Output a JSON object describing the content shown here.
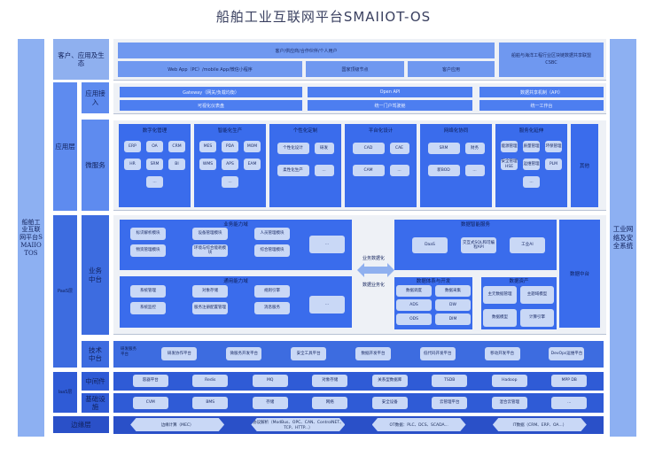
{
  "title": "船舶工业互联网平台SMAIIOT-OS",
  "left_column": "船舶工业互联网平台SMAIIOTOS",
  "right_column": "工业网络及安全系统",
  "layers": {
    "customer": "客户、应用及生态",
    "app": "应用层",
    "app_access": "应用接入",
    "microservice": "微服务",
    "paas": "PaaS层",
    "business_mid": "业务中台",
    "tech_mid": "技术中台",
    "iaas": "IaaS层",
    "middleware": "中间件",
    "infra": "基础设施",
    "edge": "边缘层"
  },
  "customer": {
    "users": "客户/供应商/合作伙伴/个人用户",
    "web_app": "Web App（PC）/mobile App/微信小程序",
    "national_node": "国家顶级节点",
    "customer_app": "客户应用",
    "alliance": "船舶与海洋工程行业区块链数据共享联盟CSBC"
  },
  "app_access": {
    "gateway": "Gateway（网关/负载均衡）",
    "dashboard": "可视化仪表盘",
    "open_api": "Open API",
    "portal": "统一门户驾驶舱",
    "data_share": "数据共享机制（API）",
    "workbench": "统一工作台"
  },
  "microservices": {
    "groups": [
      {
        "title": "数字化管理",
        "items": [
          "ERP",
          "OA",
          "CRM",
          "HR",
          "SRM",
          "BI",
          "..."
        ]
      },
      {
        "title": "智能化生产",
        "items": [
          "MES",
          "PDA",
          "MOM",
          "WMS",
          "APS",
          "EAM",
          "..."
        ]
      },
      {
        "title": "个性化定制",
        "items": [
          "个性化设计",
          "研发",
          "柔性化生产",
          "..."
        ]
      },
      {
        "title": "平台化设计",
        "items": [
          "CAD",
          "CAE",
          "CAM",
          "..."
        ]
      },
      {
        "title": "网络化协同",
        "items": [
          "SRM",
          "财务",
          "新BOD",
          "..."
        ]
      },
      {
        "title": "服务化延伸",
        "items": [
          "能源管理",
          "质量管理",
          "环保管理",
          "安全管理HSE",
          "运维管理",
          "PLM",
          "..."
        ]
      }
    ],
    "other": "其他"
  },
  "business": {
    "domain": "业务能力域",
    "domain_items": [
      "标识解析模块",
      "设备管理模块",
      "人员管理模块",
      "物资管理模块",
      "环境与综合能耗模块",
      "综合管理模块"
    ],
    "general": "通用能力域",
    "general_items": [
      "系统管理",
      "对象存储",
      "规则引擎",
      "系统监控",
      "服务注册配置管理",
      "消息服务"
    ],
    "more": "..."
  },
  "arrow": {
    "top": "业务数据化",
    "bottom": "数据业务化"
  },
  "data": {
    "smart_service": "数据智能服务",
    "smart_items": [
      "DaaS",
      "交互式SQL和可编程API",
      "工业AI"
    ],
    "system": "数据体系与开发",
    "system_items": [
      "数据调度",
      "数据采集",
      "ADS",
      "DW",
      "ODS",
      "DIM"
    ],
    "assets": "数据资产",
    "asset_items": [
      "主元数据管理",
      "主题域模型",
      "数据模型",
      "计算引擎"
    ],
    "platform": "数据中台"
  },
  "tech": {
    "first": "研发服务平台",
    "items": [
      "研发协作平台",
      "微服务开发平台",
      "安全工具平台",
      "数据开发平台",
      "低代码开发平台",
      "移动开发平台",
      "DevOps运维平台"
    ]
  },
  "middleware": [
    "容器平台",
    "Redis",
    "MQ",
    "对象存储",
    "关系型数据库",
    "TSDB",
    "Hadoop",
    "MPP DB"
  ],
  "infra": [
    "CVM",
    "BMS",
    "存储",
    "网络",
    "安全设备",
    "云管理平台",
    "混合云管理",
    "..."
  ],
  "edge": [
    "边缘计算（MEC）",
    "协议解析（ModBus、OPC、CAN、ControlNET、TCP、HTTP...）",
    "OT数据：PLC、DCS、SCADA...",
    "IT数据（CRM、ERP、OA...）"
  ]
}
